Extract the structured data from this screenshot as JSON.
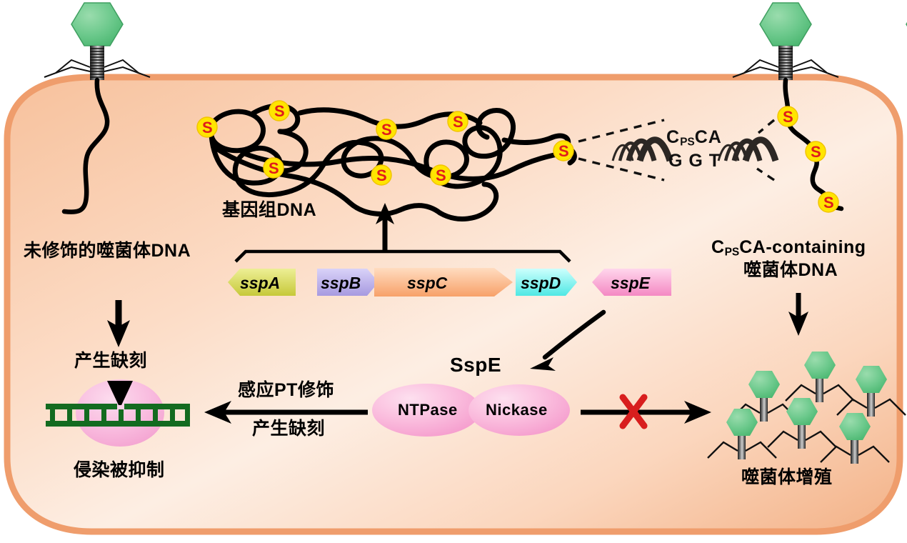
{
  "figure": {
    "title_text": "",
    "cell_fill_outer": "#f4a97a",
    "cell_fill_inner": "#fde4d2",
    "phage_color": "#66c98a",
    "s_mark_fill": "#ffe500",
    "s_mark_letter_color": "#e01b1b",
    "s_mark_letter": "S"
  },
  "labels": {
    "unmodified_phage_dna": "未修饰的噬菌体DNA",
    "produce_nick_left": "产生缺刻",
    "infection_inhibited": "侵染被抑制",
    "genomic_dna": "基因组DNA",
    "sense_pt_modification": "感应PT修饰",
    "produce_nick_center": "产生缺刻",
    "sspe_protein": "SspE",
    "ntpase": "NTPase",
    "nickase": "Nickase",
    "cpsca_containing_line1_pre": "C",
    "cpsca_containing_line1_sub": "PS",
    "cpsca_containing_line1_post": "CA-containing",
    "cpsca_containing_line2": "噬菌体DNA",
    "phage_proliferation": "噬菌体增殖"
  },
  "sequence_detail": {
    "top_pre": "C",
    "top_sub": "PS",
    "top_post": "CA",
    "bottom": "G  G  T"
  },
  "gene_cluster": {
    "genes": [
      {
        "name": "sspA",
        "fill_light": "#e9ea7e",
        "fill_dark": "#c8cb3c",
        "shape": "left-point"
      },
      {
        "name": "sspB",
        "fill_light": "#cfc6f2",
        "fill_dark": "#a79ae0",
        "shape": "right-point"
      },
      {
        "name": "sspC",
        "fill_light": "#fdd0ad",
        "fill_dark": "#f5a36a",
        "shape": "right-point"
      },
      {
        "name": "sspD",
        "fill_light": "#b9fdfb",
        "fill_dark": "#55e9e6",
        "shape": "right-point"
      },
      {
        "name": "sspE",
        "fill_light": "#fbc8e4",
        "fill_dark": "#f58ac4",
        "shape": "left-point"
      }
    ]
  },
  "proteins": {
    "domains": [
      {
        "label": "NTPase"
      },
      {
        "label": "Nickase"
      }
    ],
    "fill_light": "#fbcbe3",
    "fill_dark": "#f49ccc"
  },
  "markers": {
    "blocked_symbol": "X",
    "blocked_color": "#d81e1e",
    "s_sites_genome": 7,
    "s_sites_right_phage": 3
  },
  "chart_data": {
    "type": "diagram",
    "description": "SspABCD-SspE phosphorothioation-sensing bacterial defence system schematic",
    "elements": [
      "host cell containing genomic DNA with PT (S) modifications",
      "sspABCDE gene cluster",
      "SspE two-domain protein (NTPase + Nickase)",
      "unmodified phage DNA nicked -> infection inhibited",
      "CpsCA-containing phage DNA escapes -> phage proliferation"
    ]
  }
}
